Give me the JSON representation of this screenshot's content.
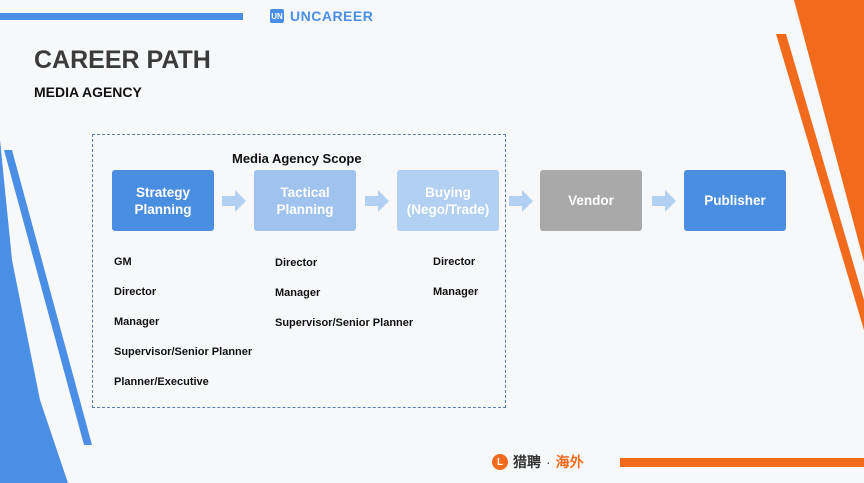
{
  "brand": {
    "logo_mark": "UN",
    "logo_text": "UNCAREER",
    "accent_blue": "#4a8ee6",
    "accent_orange": "#f26b1d"
  },
  "slide": {
    "title": "CAREER PATH",
    "subtitle": "MEDIA AGENCY",
    "scope_label": "Media Agency Scope"
  },
  "stages": [
    {
      "label": "Strategy\nPlanning",
      "color": "#4a8ee2",
      "roles": [
        "GM",
        "Director",
        "Manager",
        "Supervisor/Senior Planner",
        "Planner/Executive"
      ]
    },
    {
      "label": "Tactical\nPlanning",
      "color": "#9fc3ee",
      "roles": [
        "Director",
        "Manager",
        "Supervisor/Senior Planner"
      ]
    },
    {
      "label": "Buying\n(Nego/Trade)",
      "color": "#b2d0f2",
      "roles": [
        "Director",
        "Manager"
      ]
    },
    {
      "label": "Vendor",
      "color": "#a9a9a9",
      "roles": []
    },
    {
      "label": "Publisher",
      "color": "#4a8ee2",
      "roles": []
    }
  ],
  "footer": {
    "logo_mark": "L",
    "logo_text": "猎聘",
    "separator": "·",
    "logo_text_accent": "海外"
  }
}
